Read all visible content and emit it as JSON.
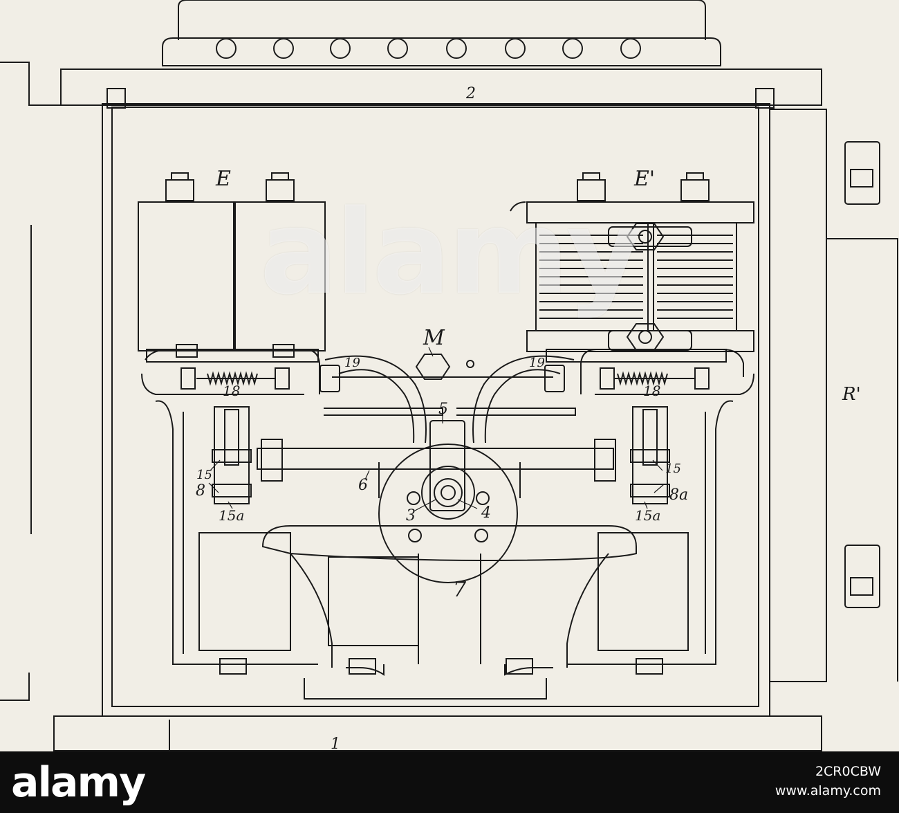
{
  "drawing": {
    "labels": {
      "E": "E",
      "E_prime": "E'",
      "M": "M",
      "R_prime": "R'",
      "n1": "1",
      "n2": "2",
      "n3": "3",
      "n4": "4",
      "n5": "5",
      "n6": "6",
      "n7": "7",
      "n8": "8",
      "n8a": "8a",
      "n15_left": "15",
      "n15_right": "15",
      "n15a_left": "15a",
      "n15a_right": "15a",
      "n18_left": "18",
      "n18_right": "18",
      "n19_left": "19",
      "n19_right": "19"
    }
  },
  "watermark": {
    "text": "alamy"
  },
  "footer": {
    "logo": "alamy",
    "image_id": "2CR0CBW",
    "url": "www.alamy.com",
    "background": "#0d0d0d",
    "text_color": "#ffffff"
  },
  "colors": {
    "paper": "#f1eee6",
    "ink": "#1a1a1a"
  }
}
